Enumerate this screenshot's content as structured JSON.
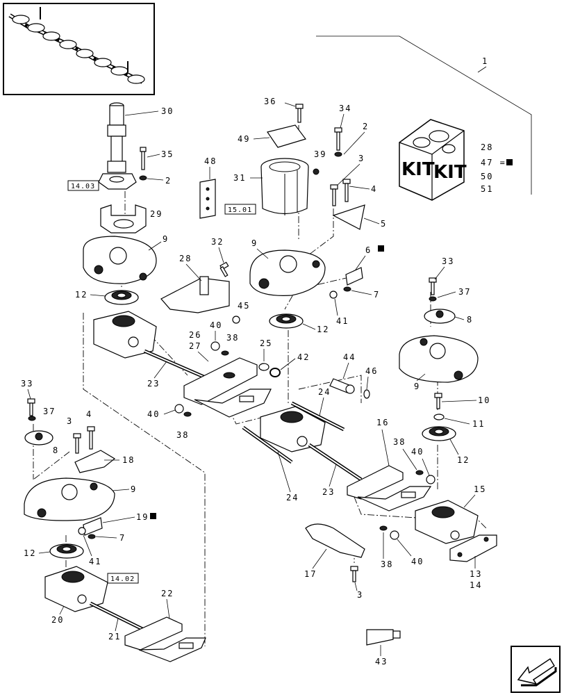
{
  "reference_boxes": [
    "14.03",
    "15.01",
    "14.02"
  ],
  "kit": {
    "word1": "KIT",
    "word2": "KIT",
    "items": [
      "28",
      "47 =",
      "50",
      "51"
    ],
    "square_marker": "■"
  },
  "callouts": {
    "c1": "1",
    "c2a": "2",
    "c2b": "2",
    "c3a": "3",
    "c3b": "3",
    "c3c": "3",
    "c4a": "4",
    "c4b": "4",
    "c5": "5",
    "c6": "6",
    "c7a": "7",
    "c7b": "7",
    "c8a": "8",
    "c8b": "8",
    "c9a": "9",
    "c9b": "9",
    "c9c": "9",
    "c9d": "9",
    "c10": "10",
    "c11": "11",
    "c12a": "12",
    "c12b": "12",
    "c12c": "12",
    "c12d": "12",
    "c13": "13",
    "c14": "14",
    "c15": "15",
    "c16": "16",
    "c17": "17",
    "c18": "18",
    "c19": "19",
    "c20": "20",
    "c21": "21",
    "c22": "22",
    "c23a": "23",
    "c23b": "23",
    "c24a": "24",
    "c24b": "24",
    "c25": "25",
    "c26": "26",
    "c27": "27",
    "c29": "29",
    "c30": "30",
    "c31": "31",
    "c32": "32",
    "c33a": "33",
    "c33b": "33",
    "c34": "34",
    "c35": "35",
    "c36": "36",
    "c37a": "37",
    "c37b": "37",
    "c38a": "38",
    "c38b": "38",
    "c38c": "38",
    "c38d": "38",
    "c39": "39",
    "c40a": "40",
    "c40b": "40",
    "c40c": "40",
    "c40d": "40",
    "c41a": "41",
    "c41b": "41",
    "c42": "42",
    "c43": "43",
    "c44": "44",
    "c45": "45",
    "c46": "46",
    "c48": "48",
    "c49": "49",
    "c28": "28"
  }
}
